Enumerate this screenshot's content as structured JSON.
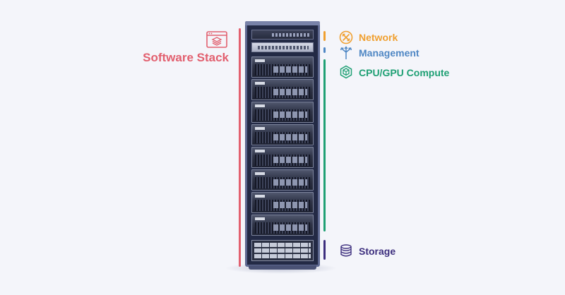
{
  "labels": {
    "software_stack": "Software Stack",
    "network": "Network",
    "management": "Management",
    "compute": "CPU/GPU Compute",
    "storage": "Storage"
  },
  "colors": {
    "software_stack": "#e2606f",
    "network": "#f0a030",
    "management": "#4f87c4",
    "compute": "#1fa074",
    "storage": "#3d2f7e"
  },
  "icons": {
    "software_stack": "layers-window-icon",
    "network": "network-cross-icon",
    "management": "arrows-split-icon",
    "compute": "cube-icon",
    "storage": "database-icon"
  }
}
